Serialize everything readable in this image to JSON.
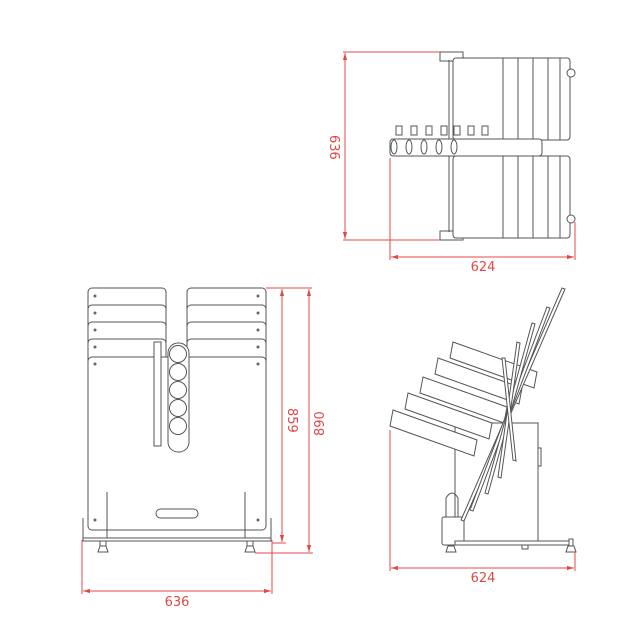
{
  "colors": {
    "dimension": "#e04848",
    "outline": "#555555",
    "background": "#ffffff"
  },
  "views": {
    "top": {
      "depth_label": "636",
      "width_label": "624"
    },
    "front": {
      "width_label": "636",
      "height_inner_label": "859",
      "height_total_label": "890"
    },
    "side": {
      "width_label": "624"
    }
  }
}
